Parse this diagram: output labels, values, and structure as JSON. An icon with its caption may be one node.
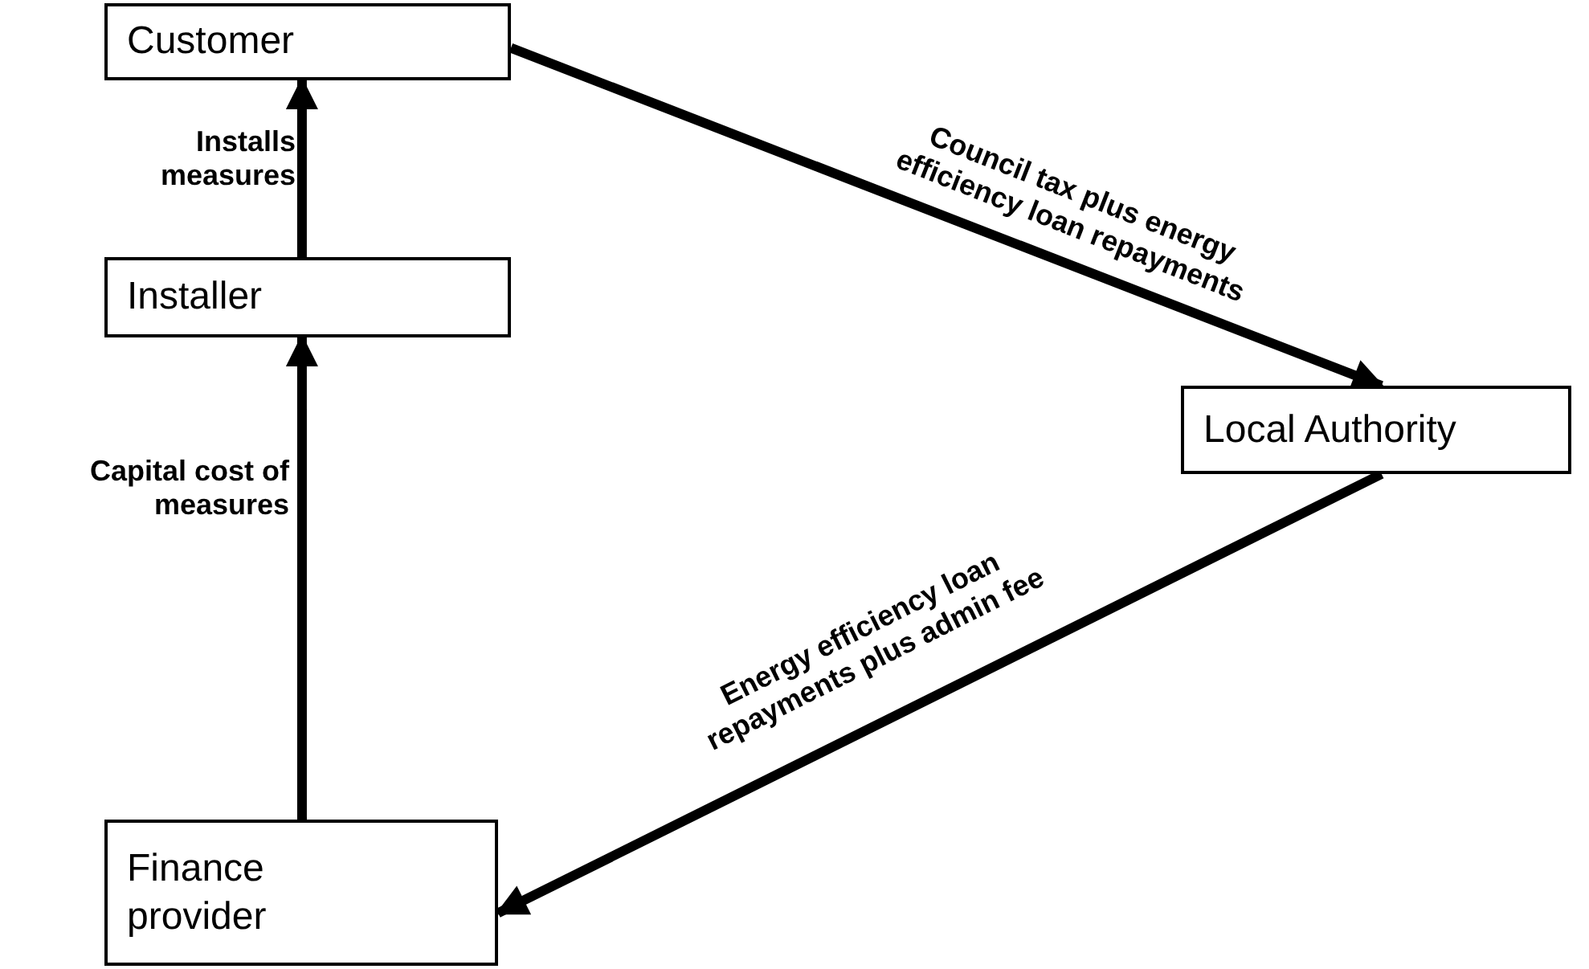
{
  "diagram": {
    "nodes": [
      {
        "text": [
          "Customer"
        ]
      },
      {
        "text": [
          "Installer"
        ]
      },
      {
        "text": [
          "Local Authority"
        ]
      },
      {
        "text": [
          "Finance provider"
        ]
      }
    ],
    "edges": [
      {
        "from": 1,
        "to": 0,
        "arrow": "to",
        "label": "Installs measures"
      },
      {
        "from": 3,
        "to": 1,
        "arrow": "to",
        "label": "Capital cost of measures"
      },
      {
        "from": 0,
        "to": 2,
        "arrow": "to",
        "label": "Council tax plus energy efficiency loan repayments"
      },
      {
        "from": 2,
        "to": 3,
        "arrow": "to",
        "label": "Energy efficiency loan repayments plus admin fee"
      }
    ]
  }
}
